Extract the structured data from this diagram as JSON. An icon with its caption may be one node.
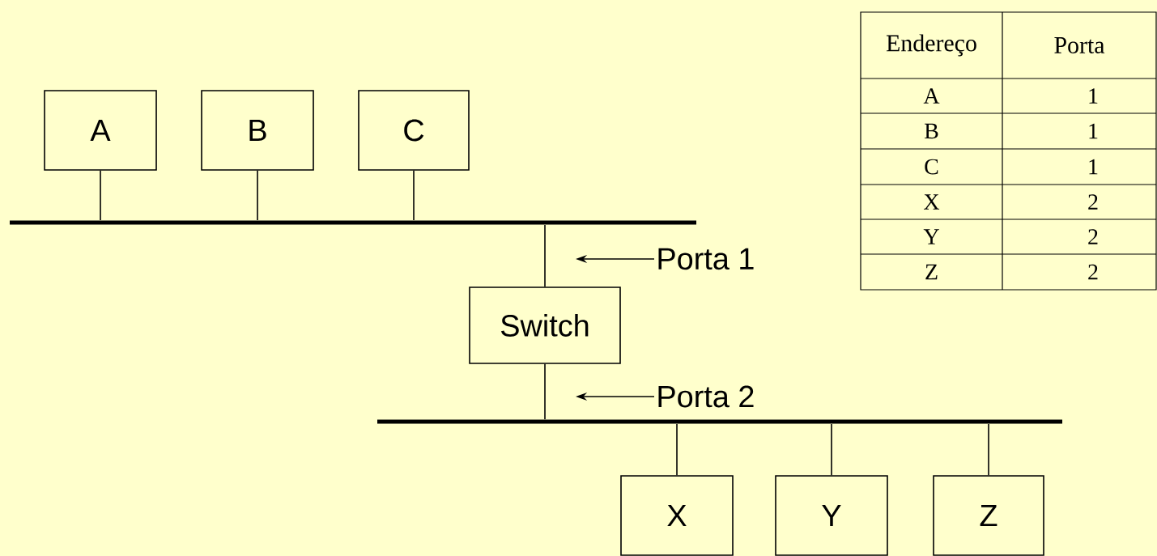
{
  "diagram": {
    "nodes": [
      {
        "text": [
          "A"
        ]
      },
      {
        "text": [
          "B"
        ]
      },
      {
        "text": [
          "C"
        ]
      },
      {
        "text": [],
        "shape": "bar"
      },
      {
        "text": [
          "Switch"
        ]
      },
      {
        "text": [],
        "shape": "bar"
      },
      {
        "text": [
          "X"
        ]
      },
      {
        "text": [
          "Y"
        ]
      },
      {
        "text": [
          "Z"
        ]
      },
      {
        "text": [
          "Porta 1"
        ]
      },
      {
        "text": [
          "Porta 2"
        ]
      }
    ],
    "edges": [
      {
        "from": 0,
        "to": 3,
        "arrow": "none"
      },
      {
        "from": 1,
        "to": 3,
        "arrow": "none"
      },
      {
        "from": 2,
        "to": 3,
        "arrow": "none"
      },
      {
        "from": 3,
        "to": 4,
        "arrow": "none"
      },
      {
        "from": 4,
        "to": 5,
        "arrow": "none"
      },
      {
        "from": 5,
        "to": 6,
        "arrow": "none"
      },
      {
        "from": 5,
        "to": 7,
        "arrow": "none"
      },
      {
        "from": 5,
        "to": 8,
        "arrow": "none"
      },
      {
        "from": 9,
        "to": null,
        "arrow": "to"
      },
      {
        "from": 10,
        "to": null,
        "arrow": "to"
      }
    ],
    "labels": [
      "Endereço",
      "Porta",
      "A",
      "1",
      "B",
      "1",
      "C",
      "1",
      "X",
      "2",
      "Y",
      "2",
      "Z",
      "2"
    ]
  }
}
